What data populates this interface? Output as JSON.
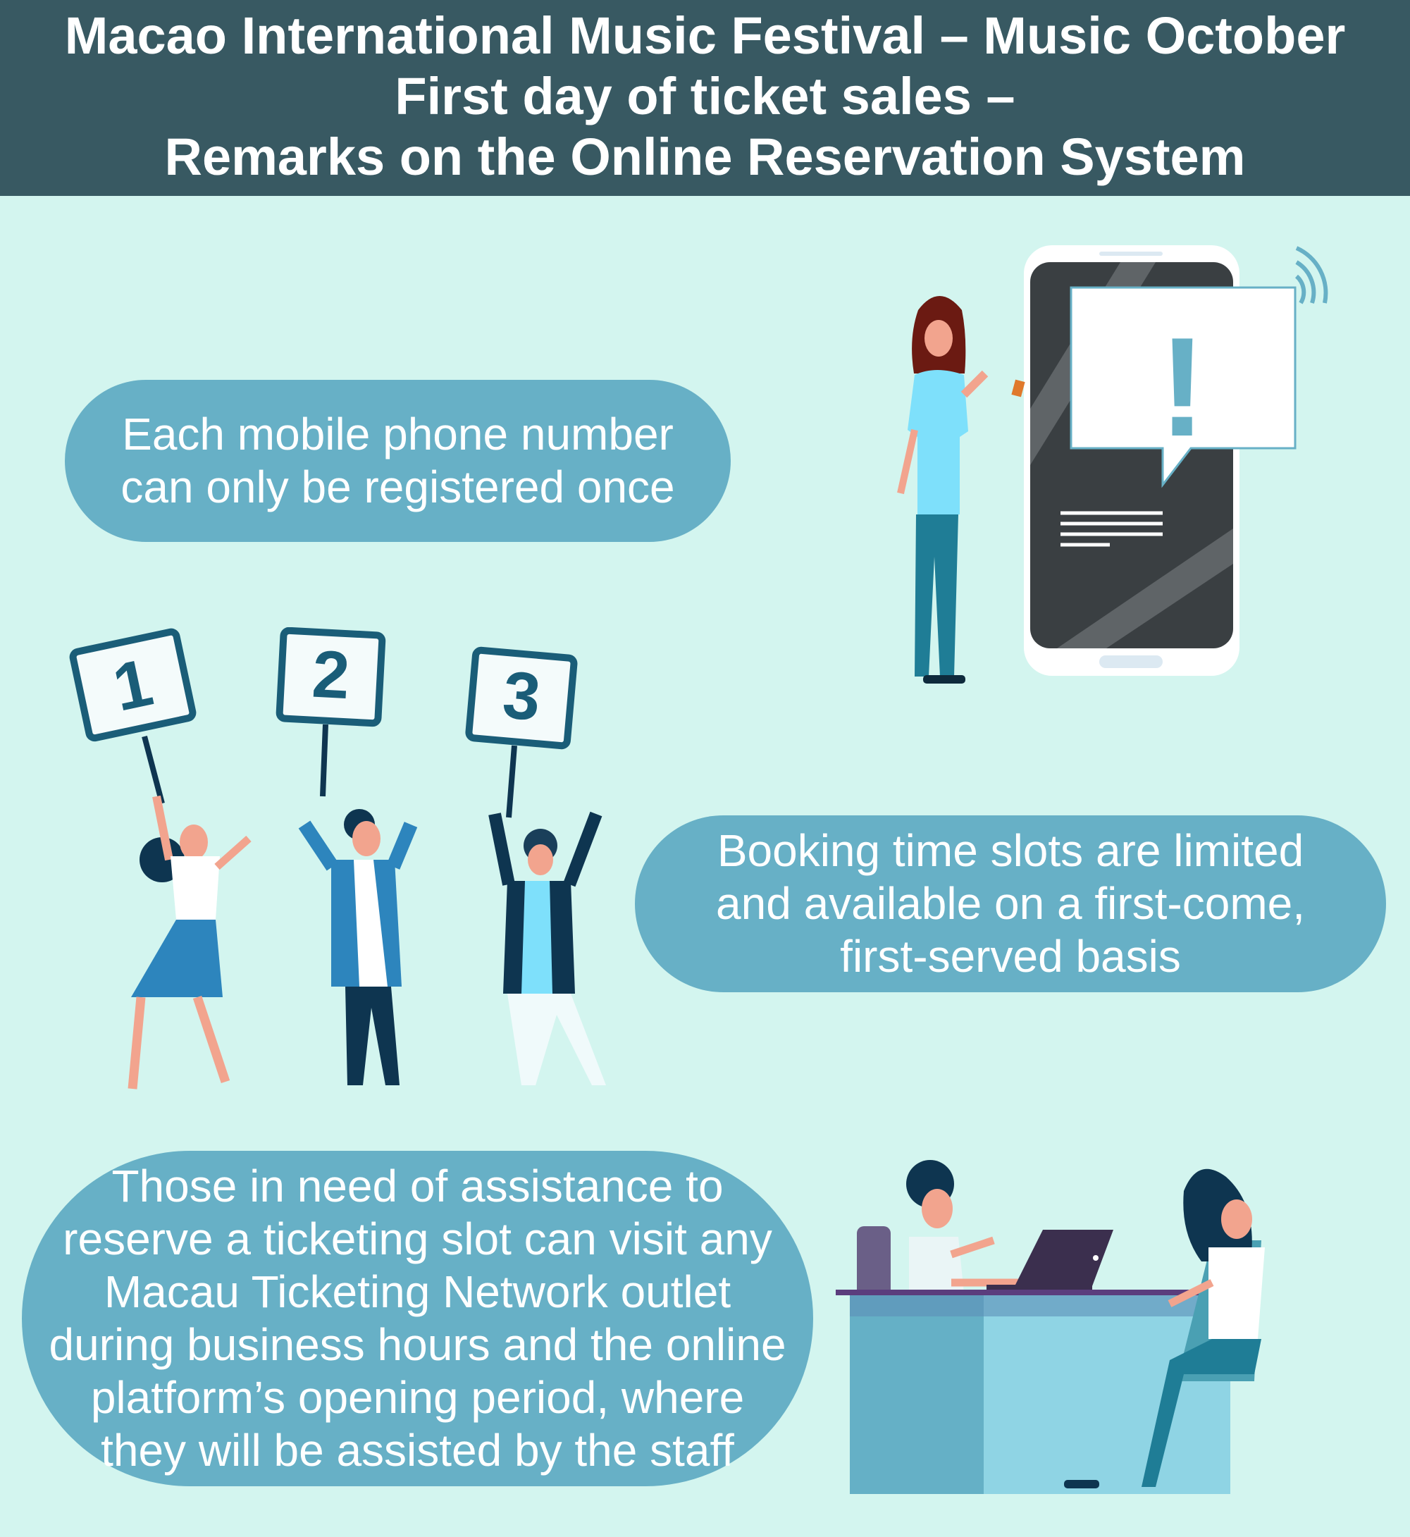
{
  "header": {
    "lines": [
      "Macao International Music Festival – Music October",
      "First day of ticket sales –",
      "Remarks on the Online Reservation System"
    ]
  },
  "remarks": [
    {
      "lines": [
        "Each mobile phone number",
        "can only be registered once"
      ]
    },
    {
      "lines": [
        "Booking time slots are limited",
        "and available on a first-come,",
        "first-served basis"
      ]
    },
    {
      "lines": [
        "Those in need of assistance to",
        "reserve a ticketing slot can visit any",
        "Macau Ticketing Network outlet",
        "during business hours and the online",
        "platform’s opening period, where",
        "they will be assisted by the staff"
      ]
    }
  ],
  "signs": [
    "1",
    "2",
    "3"
  ],
  "alert_symbol": "!",
  "colors": {
    "header": "#385962",
    "background": "#d3f5ef",
    "bubble": "#67b0c6"
  }
}
